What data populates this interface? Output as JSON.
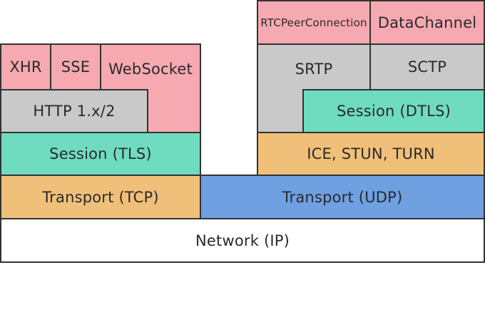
{
  "diagram": {
    "left_stack": {
      "xhr": "XHR",
      "sse": "SSE",
      "websocket": "WebSocket",
      "http": "HTTP 1.x/2",
      "session_tls": "Session (TLS)",
      "transport_tcp": "Transport (TCP)"
    },
    "right_stack": {
      "rtc_peer_connection": "RTCPeerConnection",
      "data_channel": "DataChannel",
      "srtp": "SRTP",
      "sctp": "SCTP",
      "session_dtls": "Session (DTLS)",
      "ice_stun_turn": "ICE, STUN, TURN",
      "transport_udp": "Transport (UDP)"
    },
    "network_ip": "Network (IP)"
  },
  "colors": {
    "pink": "#f6a9b1",
    "gray": "#c9c9c9",
    "teal": "#6fdcc0",
    "orange": "#f0c07a",
    "blue": "#6ea0e2",
    "white": "#ffffff",
    "border": "#333333"
  }
}
